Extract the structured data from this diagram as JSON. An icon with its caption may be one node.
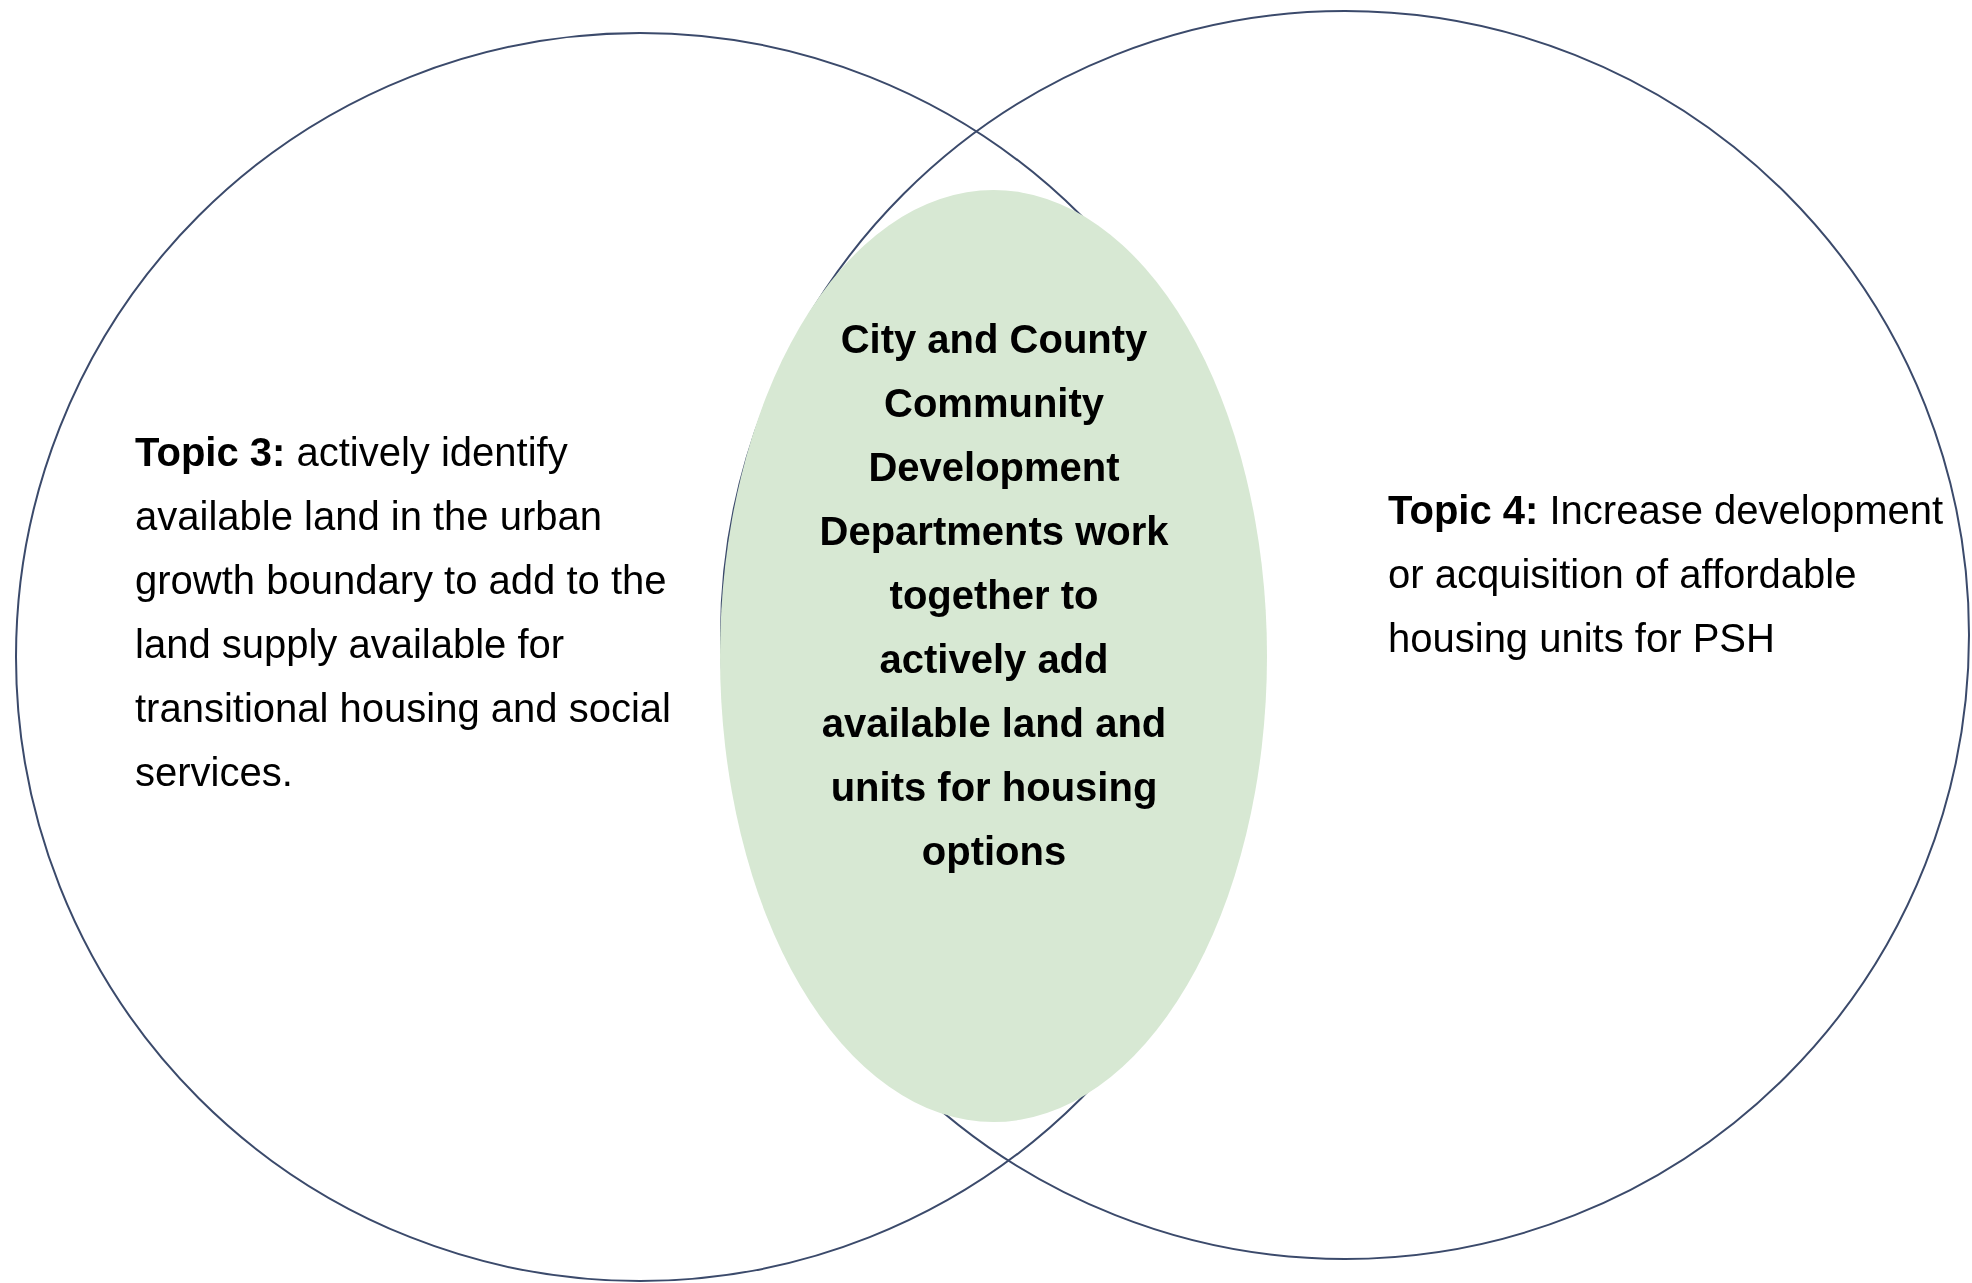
{
  "diagram": {
    "nodes": [
      {
        "text": [
          "**Topic 3:** actively identify available land in the urban growth boundary to add to the land supply available for transitional housing and social services."
        ]
      },
      {
        "text": [
          "**Topic 4:** Increase development or acquisition of affordable housing units for PSH"
        ]
      },
      {
        "text": [
          "City and County Community Development Departments work together to actively add available land and units for housing options"
        ]
      }
    ]
  }
}
